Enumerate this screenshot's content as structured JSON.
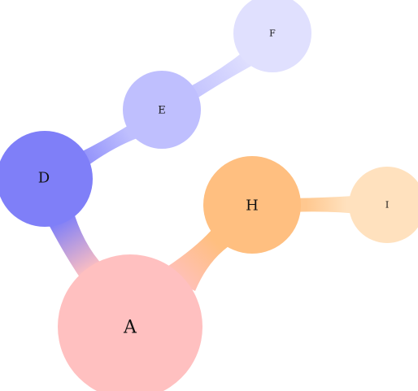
{
  "diagram": {
    "nodes": {
      "a": {
        "label": "A",
        "color": "#ffc0c0"
      },
      "d": {
        "label": "D",
        "color": "#7f7ff8"
      },
      "e": {
        "label": "E",
        "color": "#bfbffe"
      },
      "f": {
        "label": "F",
        "color": "#e0e0fe"
      },
      "h": {
        "label": "H",
        "color": "#ffbf80"
      },
      "i": {
        "label": "I",
        "color": "#ffe1be"
      }
    },
    "edges": [
      {
        "from": "A",
        "to": "D"
      },
      {
        "from": "D",
        "to": "E"
      },
      {
        "from": "E",
        "to": "F"
      },
      {
        "from": "A",
        "to": "H"
      },
      {
        "from": "H",
        "to": "I"
      }
    ]
  }
}
